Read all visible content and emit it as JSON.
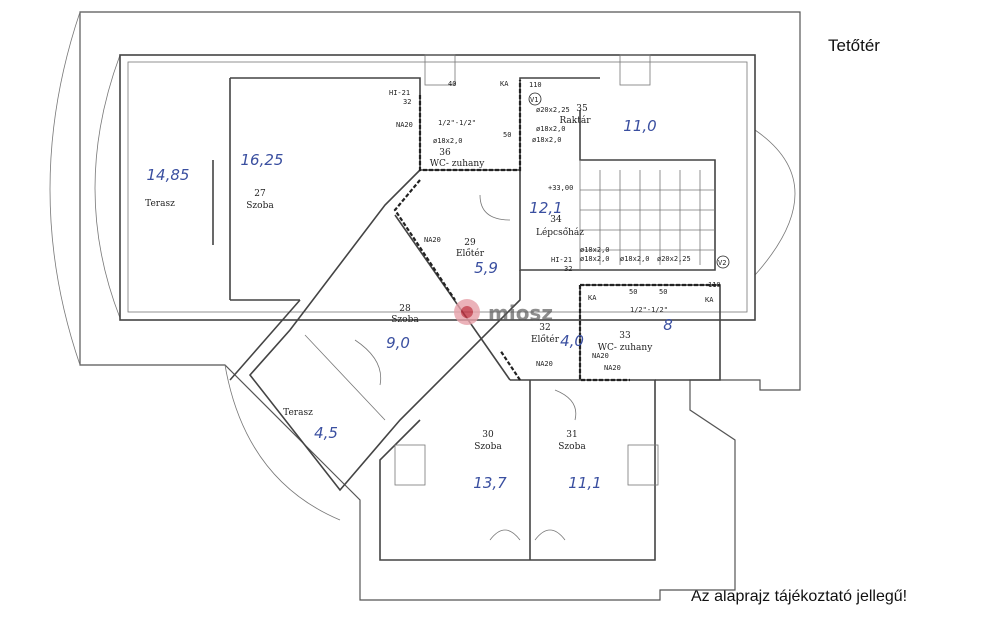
{
  "title": "Tetőtér",
  "note": "Az alaprajz tájékoztató jellegű!",
  "watermark": "miosz",
  "rooms": [
    {
      "num": "",
      "name": "Terasz",
      "area": "14,85"
    },
    {
      "num": "27",
      "name": "Szoba",
      "area": "16,25"
    },
    {
      "num": "36",
      "name": "WC- zuhany",
      "area": ""
    },
    {
      "num": "35",
      "name": "Raktár",
      "area": "11,0"
    },
    {
      "num": "34",
      "name": "Lépcsőház",
      "area": "12,1"
    },
    {
      "num": "29",
      "name": "Előtér",
      "area": "5,9"
    },
    {
      "num": "28",
      "name": "Szoba",
      "area": "9,0"
    },
    {
      "num": "32",
      "name": "Előtér",
      "area": "4,0"
    },
    {
      "num": "33",
      "name": "WC- zuhany",
      "area": "8"
    },
    {
      "num": "",
      "name": "Terasz",
      "area": "4,5"
    },
    {
      "num": "30",
      "name": "Szoba",
      "area": "13,7"
    },
    {
      "num": "31",
      "name": "Szoba",
      "area": "11,1"
    }
  ],
  "annotations": {
    "level": "+33,00",
    "hi1": "HI-21",
    "hi1b": "32",
    "na1": "NA20",
    "ka1": "KA",
    "v1": "V1",
    "p1": "ø20x2,25",
    "p2": "ø18x2,0",
    "p3": "ø18x2,0",
    "p4": "ø18x2,0",
    "n40": "40",
    "n110": "110",
    "n50": "50",
    "hi2": "HI-21",
    "hi2b": "32",
    "v2": "V2",
    "p5": "ø18x2,0",
    "p6": "ø18x2,0",
    "p7": "ø18x2,0",
    "p8": "ø20x2,25",
    "ka2": "KA",
    "ka3": "KA",
    "n110b": "110",
    "n50b": "50",
    "n50c": "50",
    "na2": "NA20",
    "na3": "NA20",
    "na4": "NA20",
    "na5": "NA20",
    "r1": "1/2\"-1/2\"",
    "r2": "1/2\"-1/2\""
  }
}
